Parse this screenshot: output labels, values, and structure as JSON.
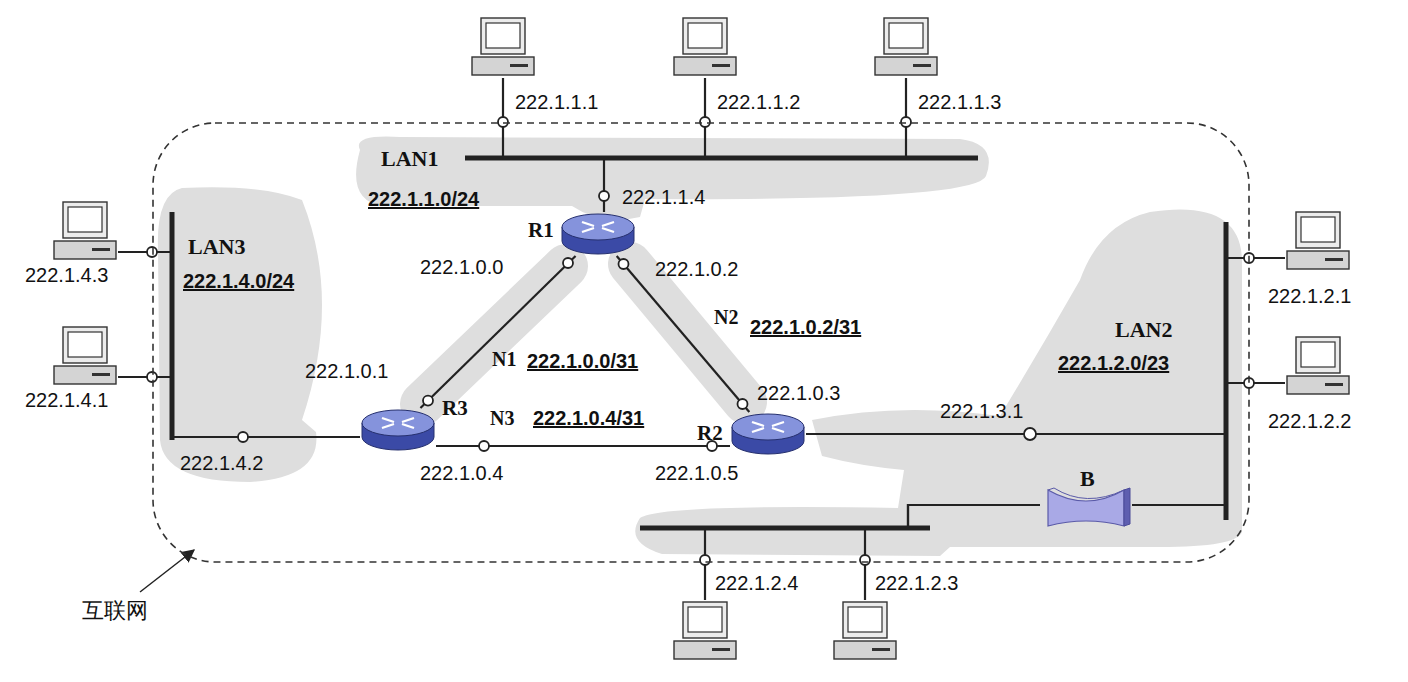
{
  "diagram": {
    "nodes": [
      {
        "text": [
          "互联网"
        ]
      },
      {
        "text": [
          "LAN1",
          "222.1.1.0/24"
        ],
        "in": 0
      },
      {
        "text": [
          "LAN3",
          "222.1.4.0/24"
        ],
        "in": 0
      },
      {
        "text": [
          "LAN2",
          "222.1.2.0/23"
        ],
        "in": 0
      },
      {
        "text": [
          "R1"
        ],
        "in": 0
      },
      {
        "text": [
          "R3"
        ],
        "in": 0
      },
      {
        "text": [
          "R2"
        ],
        "in": 0
      },
      {
        "text": [
          "B"
        ],
        "in": 0
      },
      {
        "text": [
          "222.1.1.1"
        ]
      },
      {
        "text": [
          "222.1.1.2"
        ]
      },
      {
        "text": [
          "222.1.1.3"
        ]
      },
      {
        "text": [
          "222.1.4.3"
        ]
      },
      {
        "text": [
          "222.1.4.1"
        ]
      },
      {
        "text": [
          "222.1.2.1"
        ]
      },
      {
        "text": [
          "222.1.2.2"
        ]
      },
      {
        "text": [
          "222.1.2.4"
        ]
      },
      {
        "text": [
          "222.1.2.3"
        ]
      }
    ],
    "edges": [
      {
        "from": 8,
        "to": 1,
        "arrow": "none"
      },
      {
        "from": 9,
        "to": 1,
        "arrow": "none"
      },
      {
        "from": 10,
        "to": 1,
        "arrow": "none"
      },
      {
        "from": 1,
        "to": 4,
        "arrow": "none"
      },
      {
        "from": 4,
        "to": 5,
        "label": "222.1.0.0/31",
        "arrow": "none"
      },
      {
        "from": 4,
        "to": 6,
        "label": "222.1.0.2/31",
        "arrow": "none"
      },
      {
        "from": 5,
        "to": 6,
        "label": "222.1.0.4/31",
        "arrow": "none"
      },
      {
        "from": 11,
        "to": 2,
        "arrow": "none"
      },
      {
        "from": 12,
        "to": 2,
        "arrow": "none"
      },
      {
        "from": 5,
        "to": 2,
        "arrow": "none"
      },
      {
        "from": 6,
        "to": 3,
        "arrow": "none"
      },
      {
        "from": 13,
        "to": 3,
        "arrow": "none"
      },
      {
        "from": 14,
        "to": 3,
        "arrow": "none"
      },
      {
        "from": 7,
        "to": 3,
        "arrow": "none"
      },
      {
        "from": 15,
        "to": 7,
        "arrow": "none"
      },
      {
        "from": 16,
        "to": 7,
        "arrow": "none"
      }
    ],
    "labels": [
      "222.1.1.4",
      "222.1.0.0",
      "222.1.0.2",
      "N2",
      "222.1.0.1",
      "N1",
      "222.1.0.3",
      "N3",
      "222.1.3.1",
      "222.1.4.2",
      "222.1.0.4",
      "222.1.0.5"
    ]
  }
}
